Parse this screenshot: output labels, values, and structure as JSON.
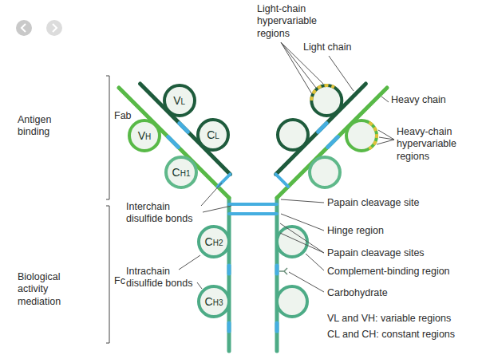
{
  "diagram": {
    "nodes": [
      {
        "text": [
          "VL"
        ]
      },
      {
        "text": [
          "VH"
        ]
      },
      {
        "text": [
          "CL"
        ]
      },
      {
        "text": [
          "CH1"
        ]
      },
      {
        "text": [
          "CH2"
        ]
      },
      {
        "text": [
          "CH3"
        ]
      }
    ],
    "labels": [
      "Light-chain hypervariable regions",
      "Light chain",
      "Heavy chain",
      "Antigen binding",
      "Fab",
      "Heavy-chain hypervariable regions",
      "Papain cleavage site",
      "Interchain disulfide bonds",
      "Hinge region",
      "Papain cleavage sites",
      "Complement-binding region",
      "Intrachain disulfide bonds",
      "Biological activity mediation",
      "Fc",
      "Carbohydrate",
      "VL and VH: variable regions",
      "CL and CH: constant regions"
    ]
  }
}
